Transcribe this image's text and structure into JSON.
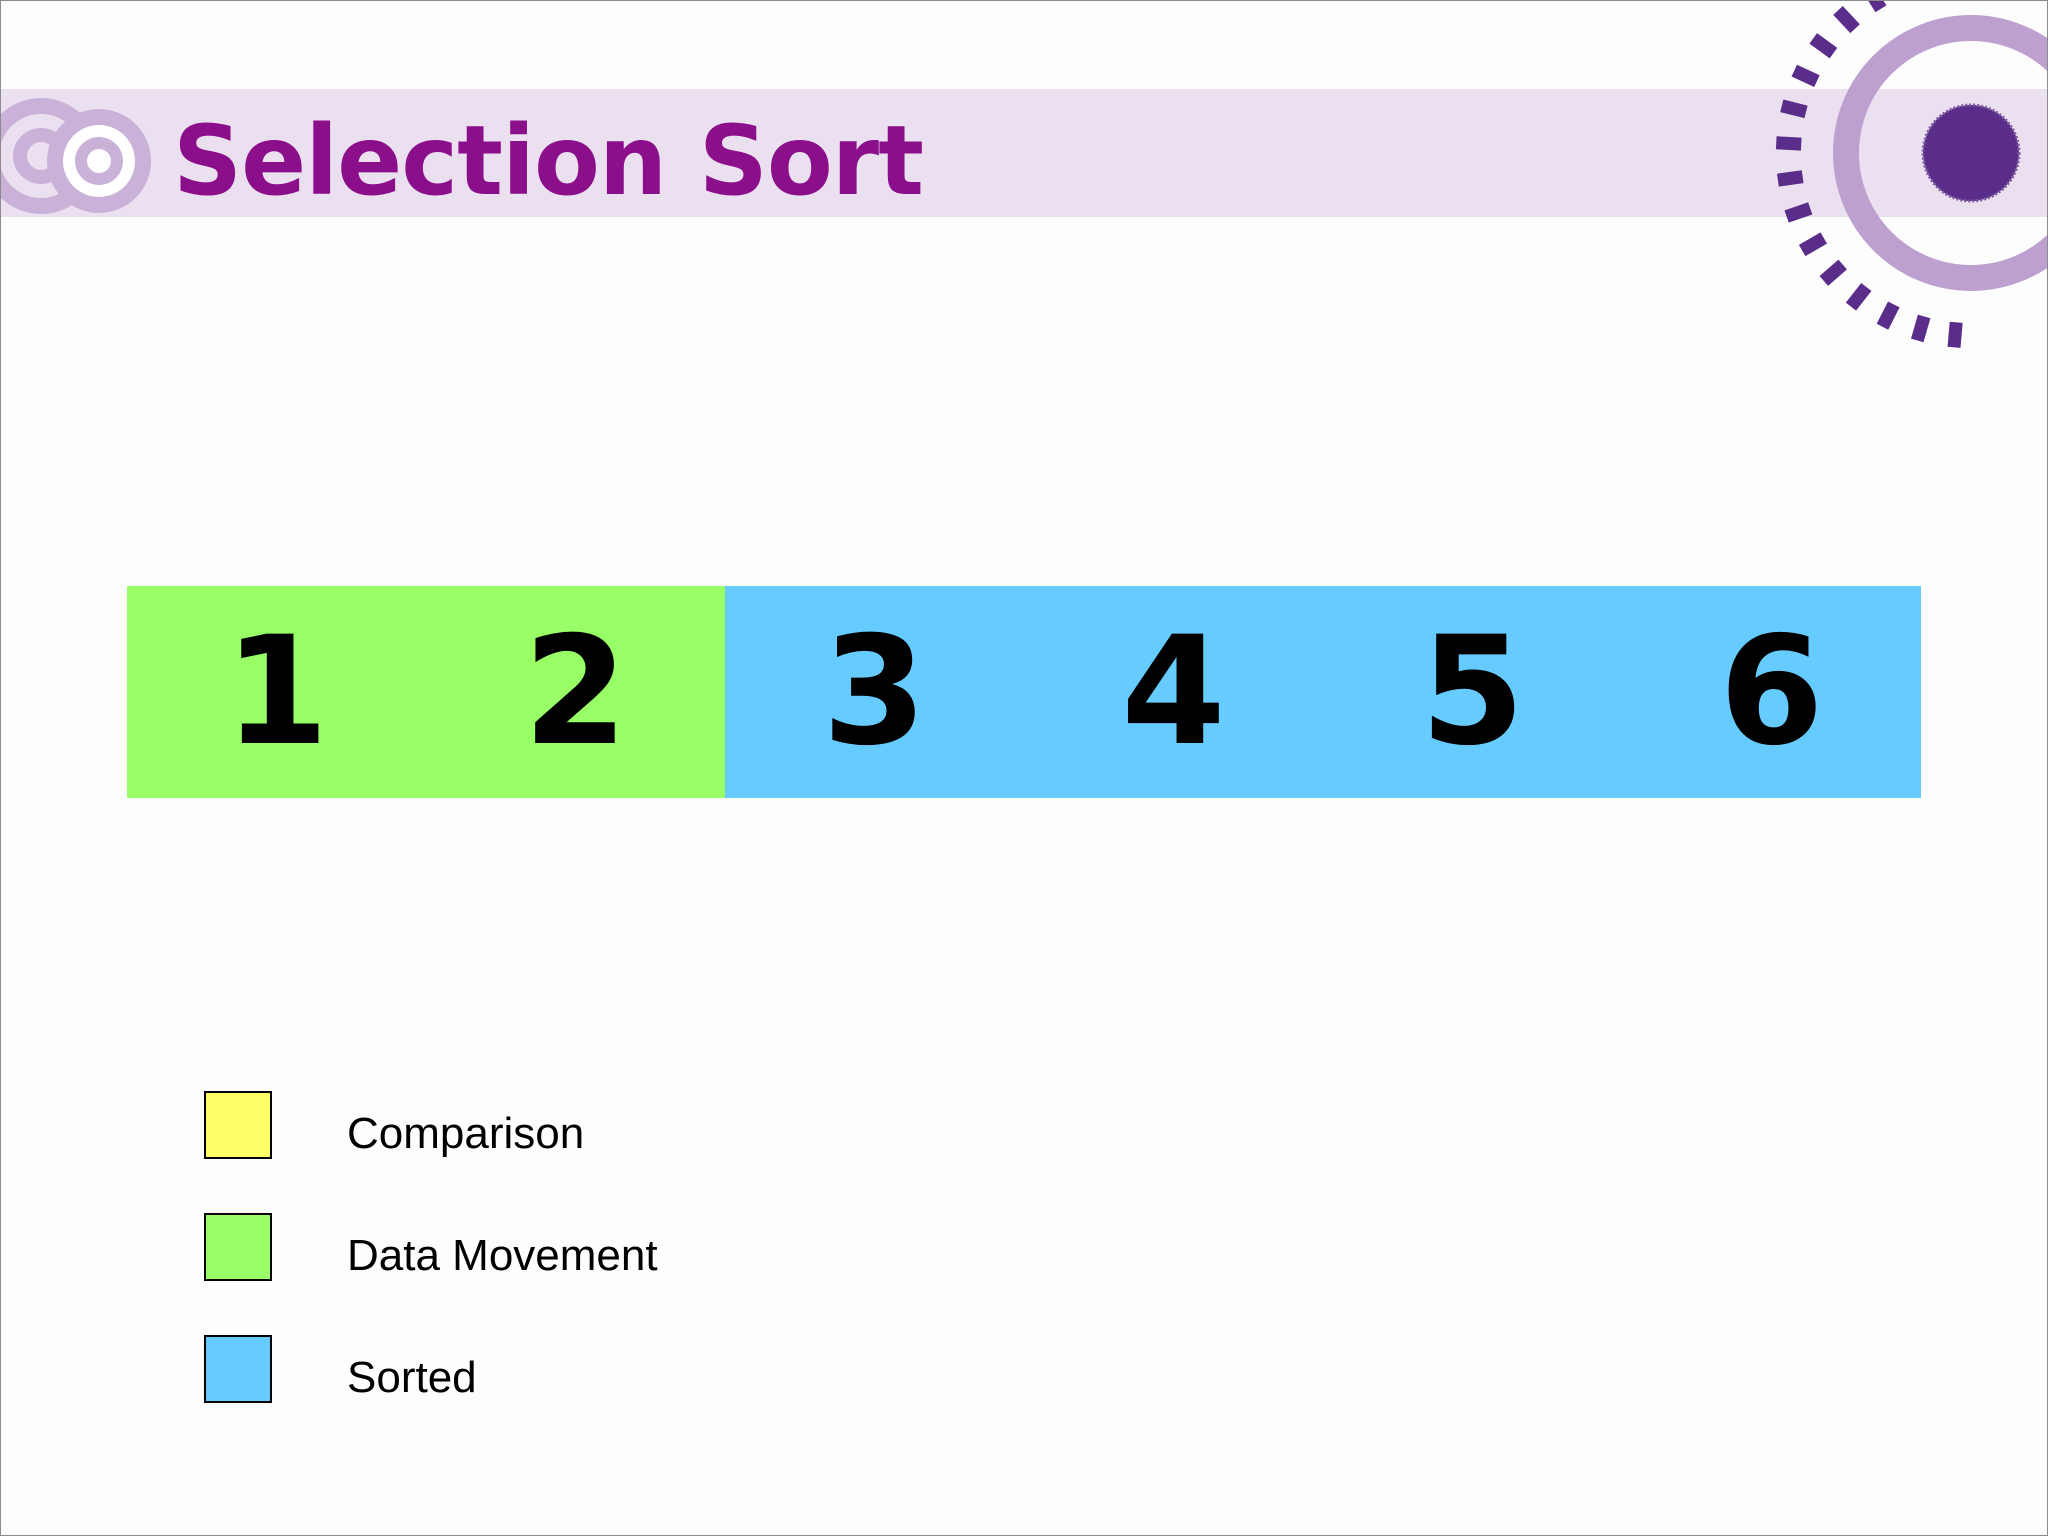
{
  "slide": {
    "title": "Selection Sort"
  },
  "colors": {
    "title": "#8b0f8b",
    "title_band": "#ebe0ef",
    "comparison": "#ffff66",
    "data_movement": "#99ff66",
    "sorted": "#66ccff",
    "decor_dark": "#5b2d8a",
    "decor_light": "#bda0d0"
  },
  "array": {
    "cells": [
      {
        "value": "1",
        "state": "data_movement"
      },
      {
        "value": "2",
        "state": "data_movement"
      },
      {
        "value": "3",
        "state": "sorted"
      },
      {
        "value": "4",
        "state": "sorted"
      },
      {
        "value": "5",
        "state": "sorted"
      },
      {
        "value": "6",
        "state": "sorted"
      }
    ]
  },
  "legend": {
    "items": [
      {
        "label": "Comparison",
        "state": "comparison"
      },
      {
        "label": "Data Movement",
        "state": "data_movement"
      },
      {
        "label": "Sorted",
        "state": "sorted"
      }
    ]
  }
}
